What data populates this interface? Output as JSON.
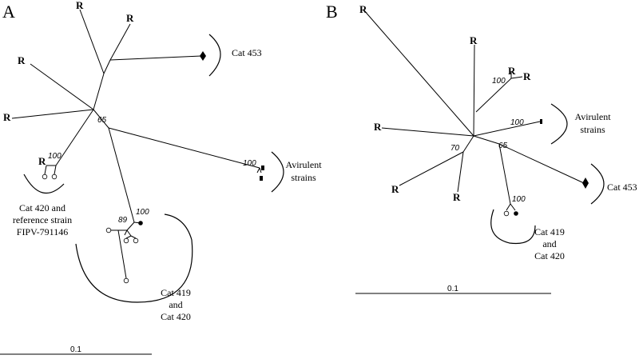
{
  "panels": {
    "a": {
      "label": "A",
      "leaf_label": "R",
      "group_cat453": "Cat 453",
      "group_avirulent": [
        "Avirulent",
        "strains"
      ],
      "group_cat420_ref": [
        "Cat 420 and",
        "reference strain",
        "FIPV-791146"
      ],
      "group_cat419_420": [
        "Cat 419",
        "and",
        "Cat 420"
      ],
      "bootstrap": [
        "65",
        "100",
        "100",
        "100",
        "89"
      ],
      "scale_label": "0.1"
    },
    "b": {
      "label": "B",
      "leaf_label": "R",
      "group_avirulent": [
        "Avirulent",
        "strains"
      ],
      "group_cat453": "Cat 453",
      "group_cat419_420": [
        "Cat 419",
        "and",
        "Cat 420"
      ],
      "bootstrap": [
        "100",
        "100",
        "70",
        "65",
        "100"
      ],
      "scale_label": "0.1"
    }
  },
  "symbols": [
    "open-circle",
    "filled-circle",
    "filled-diamond",
    "filled-square"
  ]
}
